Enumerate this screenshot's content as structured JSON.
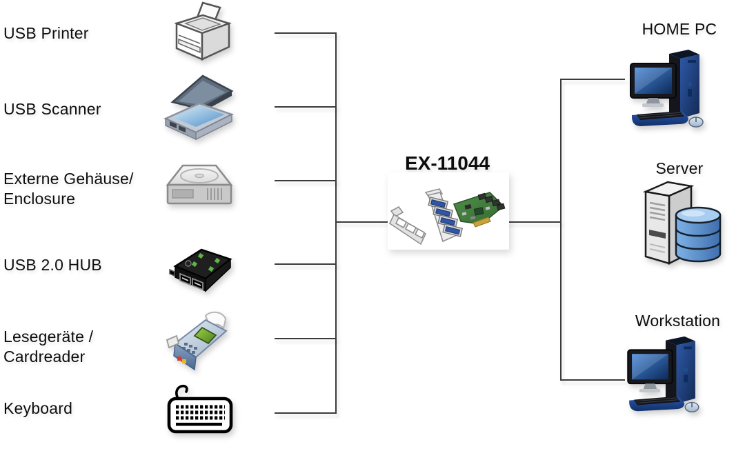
{
  "card": {
    "label": "EX-11044",
    "icon": "pcie-usb-card-icon"
  },
  "left_devices": [
    {
      "label": "USB Printer",
      "icon": "printer-icon"
    },
    {
      "label": "USB Scanner",
      "icon": "scanner-icon"
    },
    {
      "label": "Externe Gehäuse/\nEnclosure",
      "icon": "hdd-enclosure-icon"
    },
    {
      "label": "USB 2.0 HUB",
      "icon": "usb-hub-icon"
    },
    {
      "label": "Lesegeräte /\nCardreader",
      "icon": "cardreader-icon"
    },
    {
      "label": "Keyboard",
      "icon": "keyboard-icon"
    }
  ],
  "right_devices": [
    {
      "label": "HOME PC",
      "icon": "desktop-pc-icon"
    },
    {
      "label": "Server",
      "icon": "server-database-icon"
    },
    {
      "label": "Workstation",
      "icon": "desktop-pc-icon"
    }
  ],
  "colors": {
    "connector_line": "#3a3a3a",
    "pcb_green": "#417c3c",
    "usb_port_blue": "#2f55a4",
    "tower_navy": "#142c57",
    "screen_blue": "#2f6bb0",
    "database_blue": "#5b93cf",
    "hub_black": "#1a1a1a",
    "hub_led_green": "#5fb348",
    "terminal_screen_green": "#6fae2e"
  }
}
